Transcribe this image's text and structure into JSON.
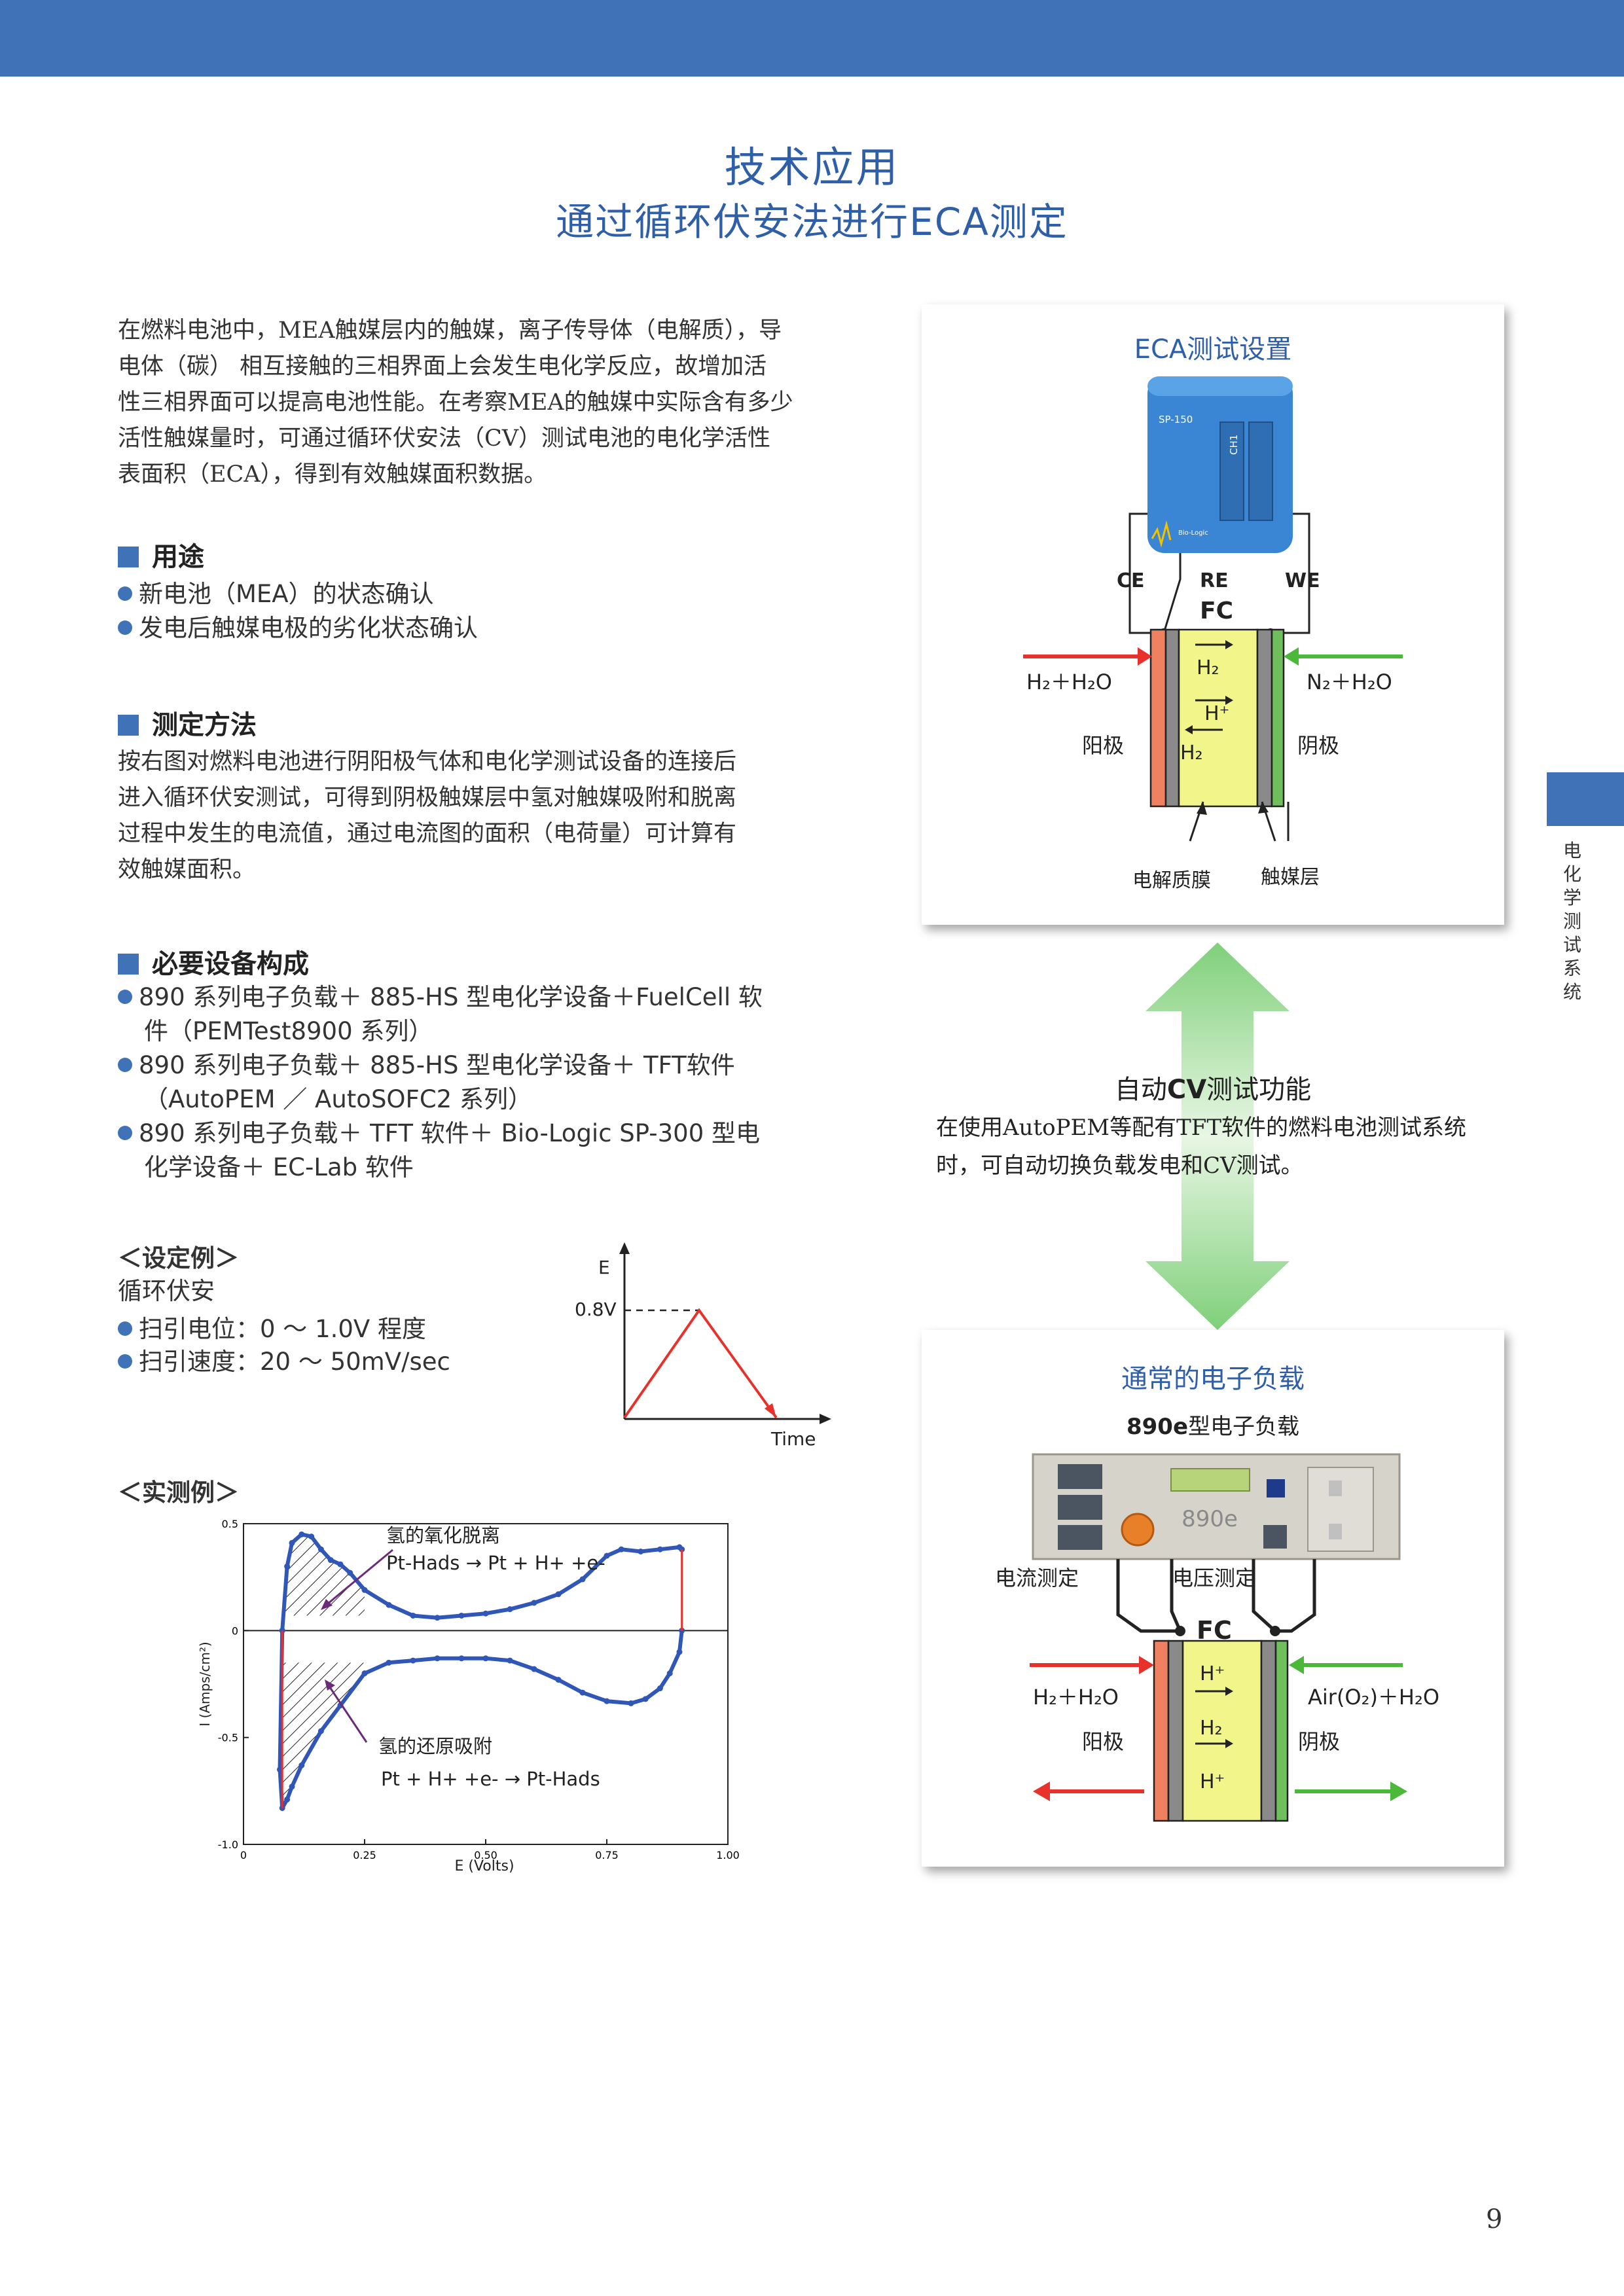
{
  "sidebar_tab": "电化学测试系统",
  "title": "技术应用",
  "subtitle": "通过循环伏安法进行ECA测定",
  "intro": [
    "在燃料电池中，MEA触媒层内的触媒，离子传导体（电解质），导",
    "电体（碳） 相互接触的三相界面上会发生电化学反应，故增加活",
    "性三相界面可以提高电池性能。在考察MEA的触媒中实际含有多少",
    "活性触媒量时，可通过循环伏安法（CV）测试电池的电化学活性",
    "表面积（ECA），得到有效触媒面积数据。"
  ],
  "usage": {
    "heading": "用途",
    "items": [
      "新电池（MEA）的状态确认",
      "发电后触媒电极的劣化状态确认"
    ]
  },
  "method": {
    "heading": "测定方法",
    "lines": [
      "按右图对燃料电池进行阴阳极气体和电化学测试设备的连接后",
      "进入循环伏安测试，可得到阴极触媒层中氢对触媒吸附和脱离",
      "过程中发生的电流值，通过电流图的面积（电荷量）可计算有",
      "效触媒面积。"
    ]
  },
  "equipment": {
    "heading": "必要设备构成",
    "items": [
      [
        "890 系列电子负载＋ 885-HS 型电化学设备＋FuelCell 软",
        "件（PEMTest8900 系列）"
      ],
      [
        "890 系列电子负载＋ 885-HS 型电化学设备＋ TFT软件",
        "（AutoPEM ／ AutoSOFC2 系列）"
      ],
      [
        "890 系列电子负载＋ TFT 软件＋ Bio-Logic SP-300 型电",
        "化学设备＋ EC-Lab 软件"
      ]
    ]
  },
  "setting": {
    "heading": "＜设定例＞",
    "mode": "循环伏安",
    "items": [
      "扫引电位：0 ～ 1.0V 程度",
      "扫引速度：20 ～ 50mV/sec"
    ]
  },
  "sweep_plot": {
    "y_label": "E",
    "y_tick": "0.8V",
    "x_label": "Time"
  },
  "measured": {
    "heading": "＜实测例＞",
    "x_label": "E (Volts)",
    "y_label": "I (Amps/cm²)",
    "x_ticks": [
      "0",
      "0.25",
      "0.50",
      "0.75",
      "1.00"
    ],
    "y_ticks": [
      "0.5",
      "0",
      "-0.5",
      "-1.0"
    ],
    "ann1_title": "氢的氧化脱离",
    "ann1_eq": "Pt-Hads → Pt + H+ +e-",
    "ann2_title": "氢的还原吸附",
    "ann2_eq": "Pt + H+ +e- → Pt-Hads"
  },
  "chart_data": {
    "type": "line",
    "xlabel": "E (Volts)",
    "ylabel": "I (Amps/cm²)",
    "xlim": [
      0,
      1.0
    ],
    "ylim": [
      -1.0,
      0.5
    ],
    "series": [
      {
        "x": [
          0.08,
          0.09,
          0.1,
          0.12,
          0.14,
          0.16,
          0.18,
          0.2,
          0.22,
          0.25,
          0.3,
          0.35,
          0.4,
          0.45,
          0.5,
          0.55,
          0.6,
          0.65,
          0.7,
          0.75,
          0.78,
          0.82,
          0.86,
          0.9,
          0.905
        ],
        "y": [
          0.0,
          0.3,
          0.41,
          0.45,
          0.44,
          0.38,
          0.33,
          0.31,
          0.27,
          0.19,
          0.12,
          0.07,
          0.06,
          0.07,
          0.08,
          0.1,
          0.13,
          0.17,
          0.24,
          0.35,
          0.38,
          0.37,
          0.38,
          0.39,
          0.38
        ]
      },
      {
        "x": [
          0.905,
          0.9,
          0.88,
          0.86,
          0.83,
          0.8,
          0.75,
          0.7,
          0.65,
          0.6,
          0.55,
          0.5,
          0.45,
          0.4,
          0.35,
          0.3,
          0.25,
          0.2,
          0.16,
          0.12,
          0.1,
          0.09,
          0.08,
          0.075,
          0.08
        ],
        "y": [
          0.0,
          -0.1,
          -0.2,
          -0.27,
          -0.32,
          -0.34,
          -0.33,
          -0.29,
          -0.23,
          -0.18,
          -0.14,
          -0.13,
          -0.13,
          -0.13,
          -0.14,
          -0.15,
          -0.2,
          -0.35,
          -0.47,
          -0.63,
          -0.73,
          -0.79,
          -0.83,
          -0.65,
          0.0
        ]
      }
    ]
  },
  "eca_panel": {
    "title": "ECA测试设置",
    "device_model": "SP-150",
    "channel": "CH1",
    "brand": "Bio-Logic",
    "ce": "CE",
    "re": "RE",
    "we": "WE",
    "fc": "FC",
    "left_gas": "H₂＋H₂O",
    "right_gas": "N₂＋H₂O",
    "h2_top": "H₂",
    "hplus": "H⁺",
    "h2_bottom": "H₂",
    "anode": "阳极",
    "cathode": "阴极",
    "membrane": "电解质膜",
    "catalyst": "触媒层"
  },
  "auto_cv": {
    "title_pre": "自动",
    "title_cv": "CV",
    "title_post": "测试功能",
    "lines": [
      "在使用AutoPEM等配有TFT软件的燃料电池测试系统",
      "时，可自动切换负载发电和CV测试。"
    ]
  },
  "load_panel": {
    "title": "通常的电子负载",
    "model_bold": "890e",
    "model_suffix": "型电子负载",
    "display_model": "890e",
    "current_meas": "电流测定",
    "voltage_meas": "电压测定",
    "fc": "FC",
    "left_gas": "H₂＋H₂O",
    "right_gas": "Air(O₂)＋H₂O",
    "hplus_top": "H⁺",
    "h2": "H₂",
    "hplus_bottom": "H⁺",
    "anode": "阳极",
    "cathode": "阴极"
  },
  "page_number": "9",
  "colors": {
    "accent": "#3f72b6",
    "red": "#e8312a",
    "green": "#4cb83a",
    "yellow": "#f1f58a",
    "orange": "#ef8060",
    "gray": "#8a8a8a"
  }
}
